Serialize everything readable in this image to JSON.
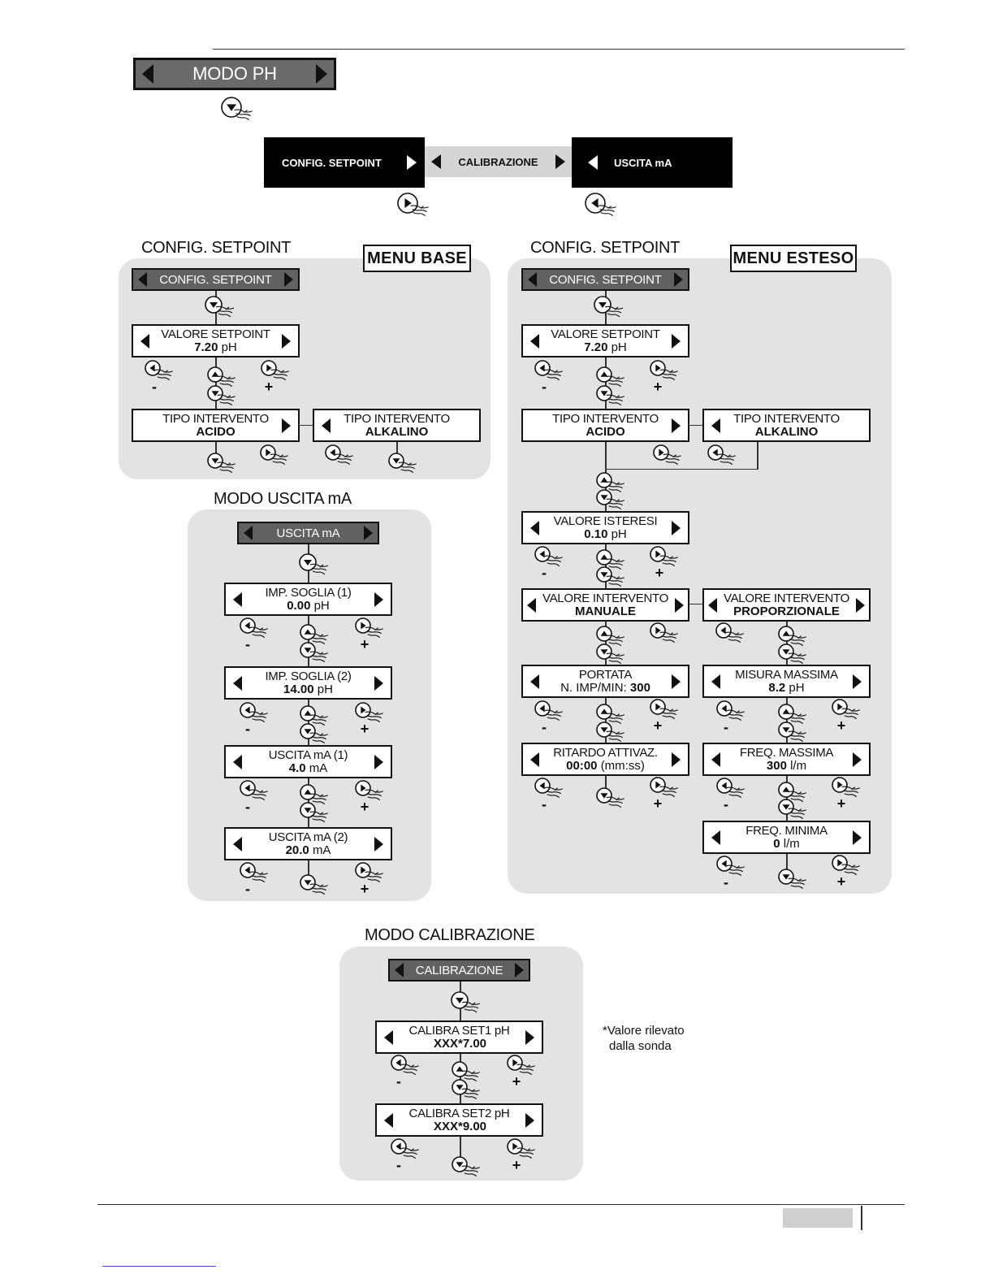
{
  "mode_header": "MODO PH",
  "top_menu": {
    "left": "CONFIG. SETPOINT",
    "center": "CALIBRAZIONE",
    "right": "USCITA mA"
  },
  "base": {
    "title": "CONFIG. SETPOINT",
    "label": "MENU BASE",
    "header": "CONFIG. SETPOINT",
    "setpoint": {
      "label": "VALORE SETPOINT",
      "value": "7.20",
      "unit": "pH"
    },
    "tipo_acido": {
      "label": "TIPO INTERVENTO",
      "value": "ACIDO"
    },
    "tipo_alkalino": {
      "label": "TIPO INTERVENTO",
      "value": "ALKALINO"
    }
  },
  "extended": {
    "title": "CONFIG. SETPOINT",
    "label": "MENU ESTESO",
    "header": "CONFIG. SETPOINT",
    "setpoint": {
      "label": "VALORE SETPOINT",
      "value": "7.20",
      "unit": "pH"
    },
    "tipo_acido": {
      "label": "TIPO INTERVENTO",
      "value": "ACIDO"
    },
    "tipo_alkalino": {
      "label": "TIPO INTERVENTO",
      "value": "ALKALINO"
    },
    "isteresi": {
      "label": "VALORE ISTERESI",
      "value": "0.10",
      "unit": "pH"
    },
    "manuale": {
      "label": "VALORE INTERVENTO",
      "value": "MANUALE"
    },
    "proporzionale": {
      "label": "VALORE INTERVENTO",
      "value": "PROPORZIONALE"
    },
    "portata": {
      "label": "PORTATA",
      "prefix": "N. IMP/MIN:",
      "value": "300"
    },
    "misura_max": {
      "label": "MISURA MASSIMA",
      "value": "8.2",
      "unit": "pH"
    },
    "ritardo": {
      "label": "RITARDO ATTIVAZ.",
      "value": "00:00",
      "unit": "(mm:ss)"
    },
    "freq_max": {
      "label": "FREQ. MASSIMA",
      "value": "300",
      "unit": "l/m"
    },
    "freq_min": {
      "label": "FREQ. MINIMA",
      "value": "0",
      "unit": "l/m"
    }
  },
  "uscita": {
    "title": "MODO USCITA mA",
    "header": "USCITA mA",
    "soglia1": {
      "label": "IMP. SOGLIA (1)",
      "value": "0.00",
      "unit": "pH"
    },
    "soglia2": {
      "label": "IMP. SOGLIA (2)",
      "value": "14.00",
      "unit": "pH"
    },
    "uscita1": {
      "label": "USCITA mA (1)",
      "value": "4.0",
      "unit": "mA"
    },
    "uscita2": {
      "label": "USCITA mA (2)",
      "value": "20.0",
      "unit": "mA"
    }
  },
  "calibrazione": {
    "title": "MODO CALIBRAZIONE",
    "header": "CALIBRAZIONE",
    "set1": {
      "label": "CALIBRA SET1 pH",
      "reading": "XXX*",
      "value": "7.00"
    },
    "set2": {
      "label": "CALIBRA SET2 pH",
      "reading": "XXX*",
      "value": "9.00"
    }
  },
  "note_line1": "*Valore rilevato",
  "note_line2": "dalla sonda",
  "signs": {
    "minus": "-",
    "plus": "+"
  },
  "icons": [
    "hand-press-down-icon",
    "hand-press-up-icon",
    "hand-press-left-icon",
    "hand-press-right-icon",
    "triangle-left-icon",
    "triangle-right-icon"
  ]
}
